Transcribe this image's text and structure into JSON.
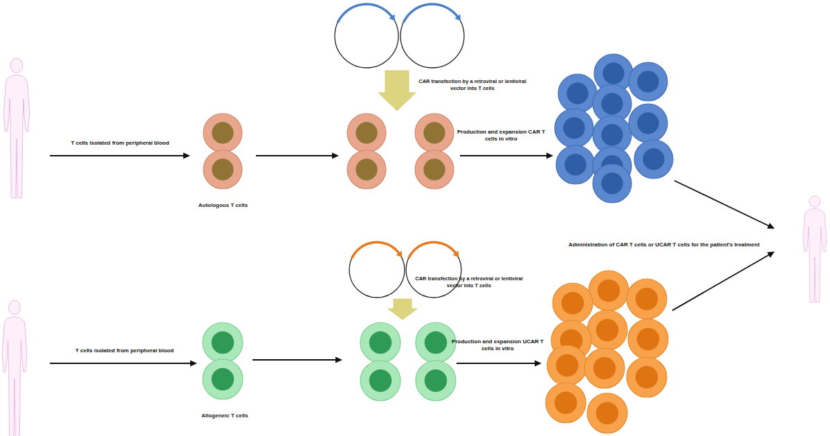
{
  "diagram": {
    "nodes": [
      {
        "text": []
      },
      {
        "text": [
          "Autologous T cells"
        ]
      },
      {
        "text": []
      },
      {
        "text": []
      },
      {
        "text": []
      },
      {
        "text": []
      },
      {
        "text": []
      },
      {
        "text": [
          "Allogeneic T cells"
        ]
      },
      {
        "text": []
      },
      {
        "text": []
      },
      {
        "text": []
      }
    ],
    "edges": [
      {
        "from": 0,
        "to": 1,
        "arrow": "to",
        "label": "T cells isolated from peripheral blood"
      },
      {
        "from": 1,
        "to": 3,
        "arrow": "to"
      },
      {
        "from": 2,
        "to": 3,
        "arrow": "to",
        "label": "CAR transfection by a retroviral or lentiviral vector into T cells"
      },
      {
        "from": 3,
        "to": 4,
        "arrow": "to",
        "label": "Production and expansion CAR T cells in vitro"
      },
      {
        "from": 4,
        "to": 5,
        "arrow": "to"
      },
      {
        "from": 6,
        "to": 7,
        "arrow": "to",
        "label": "T cells isolated from peripheral blood"
      },
      {
        "from": 7,
        "to": 9,
        "arrow": "to"
      },
      {
        "from": 8,
        "to": 9,
        "arrow": "to",
        "label": "CAR transfection by a retroviral or lentiviral vector into T cells"
      },
      {
        "from": 9,
        "to": 10,
        "arrow": "to",
        "label": "Production and expansion UCAR T cells in vitro"
      },
      {
        "from": 10,
        "to": 5,
        "arrow": "to"
      }
    ],
    "labels": [
      "Administration of CAR T cells or UCAR T cells for the patient’s treatment"
    ]
  }
}
